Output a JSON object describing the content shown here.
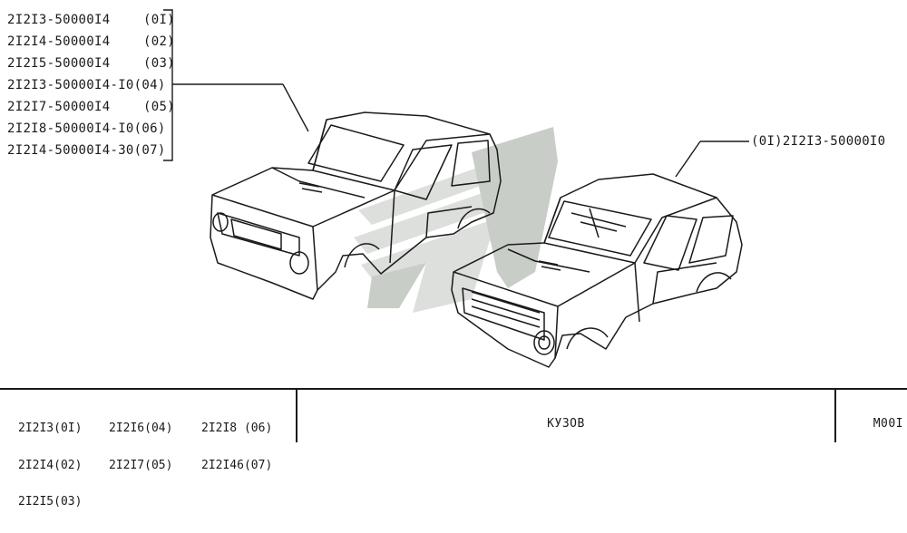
{
  "parts": [
    {
      "number": "2I2I3-50000I4",
      "variant": "(0I)"
    },
    {
      "number": "2I2I4-50000I4",
      "variant": "(02)"
    },
    {
      "number": "2I2I5-50000I4",
      "variant": "(03)"
    },
    {
      "number": "2I2I3-50000I4-I0(04)",
      "variant": ""
    },
    {
      "number": "2I2I7-50000I4",
      "variant": "(05)"
    },
    {
      "number": "2I2I8-50000I4-I0(06)",
      "variant": ""
    },
    {
      "number": "2I2I4-50000I4-30(07)",
      "variant": ""
    }
  ],
  "callout_right": "(0I)2I2I3-50000I0",
  "footer": {
    "models": [
      [
        "2I2I3(0I)",
        "2I2I4(02)",
        "2I2I5(03)"
      ],
      [
        "2I2I6(04)",
        "2I2I7(05)"
      ],
      [
        "2I2I8 (06)",
        "2I2I46(07)"
      ]
    ],
    "title": "КУЗОВ",
    "page": "M00I"
  },
  "colors": {
    "ink": "#1a1a1a",
    "watermark_light": "#d9dcd8",
    "watermark_dark": "#c4c8c3"
  }
}
